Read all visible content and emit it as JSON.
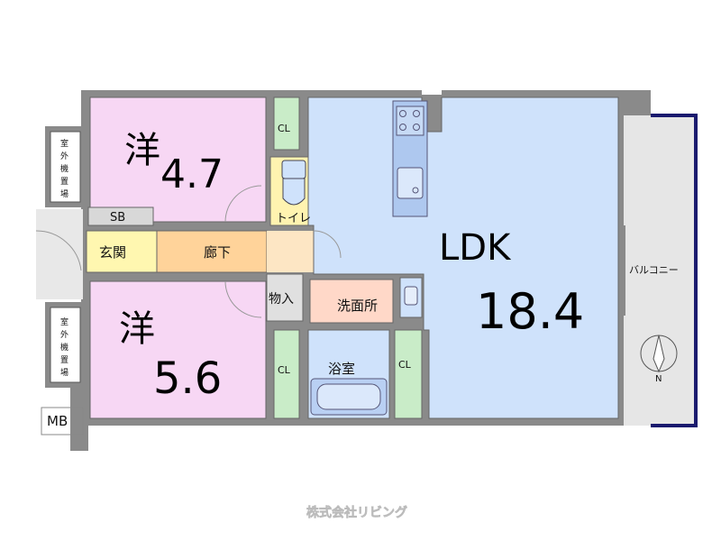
{
  "colors": {
    "western_room": "#f7d7f4",
    "ldk": "#cfe2fb",
    "closet": "#c9ecc8",
    "entrance": "#fff7b0",
    "hall": "#ffd39a",
    "washroom": "#ffd8c8",
    "bath": "#cfe2fb",
    "toilet": "#fff3b0",
    "wall": "#8a8a8a",
    "balcony": "#e6e6e6",
    "balcony_edge": "#1a1a6e"
  },
  "rooms": {
    "western_room_1": {
      "kanji": "洋",
      "size": "4.7"
    },
    "western_room_2": {
      "kanji": "洋",
      "size": "5.6"
    },
    "ldk": {
      "name": "LDK",
      "size": "18.4"
    },
    "closet_label": "CL",
    "toilet": "トイレ",
    "storage_sb": "SB",
    "entrance": "玄関",
    "hallway": "廊下",
    "storage": "物入",
    "washroom": "洗面所",
    "bathroom": "浴室",
    "balcony": "バルコニー",
    "outdoor_unit_space": [
      "室",
      "外",
      "機",
      "置",
      "場"
    ],
    "meter_box": "MB"
  },
  "compass": {
    "north": "N"
  },
  "watermark": "株式会社リビング"
}
